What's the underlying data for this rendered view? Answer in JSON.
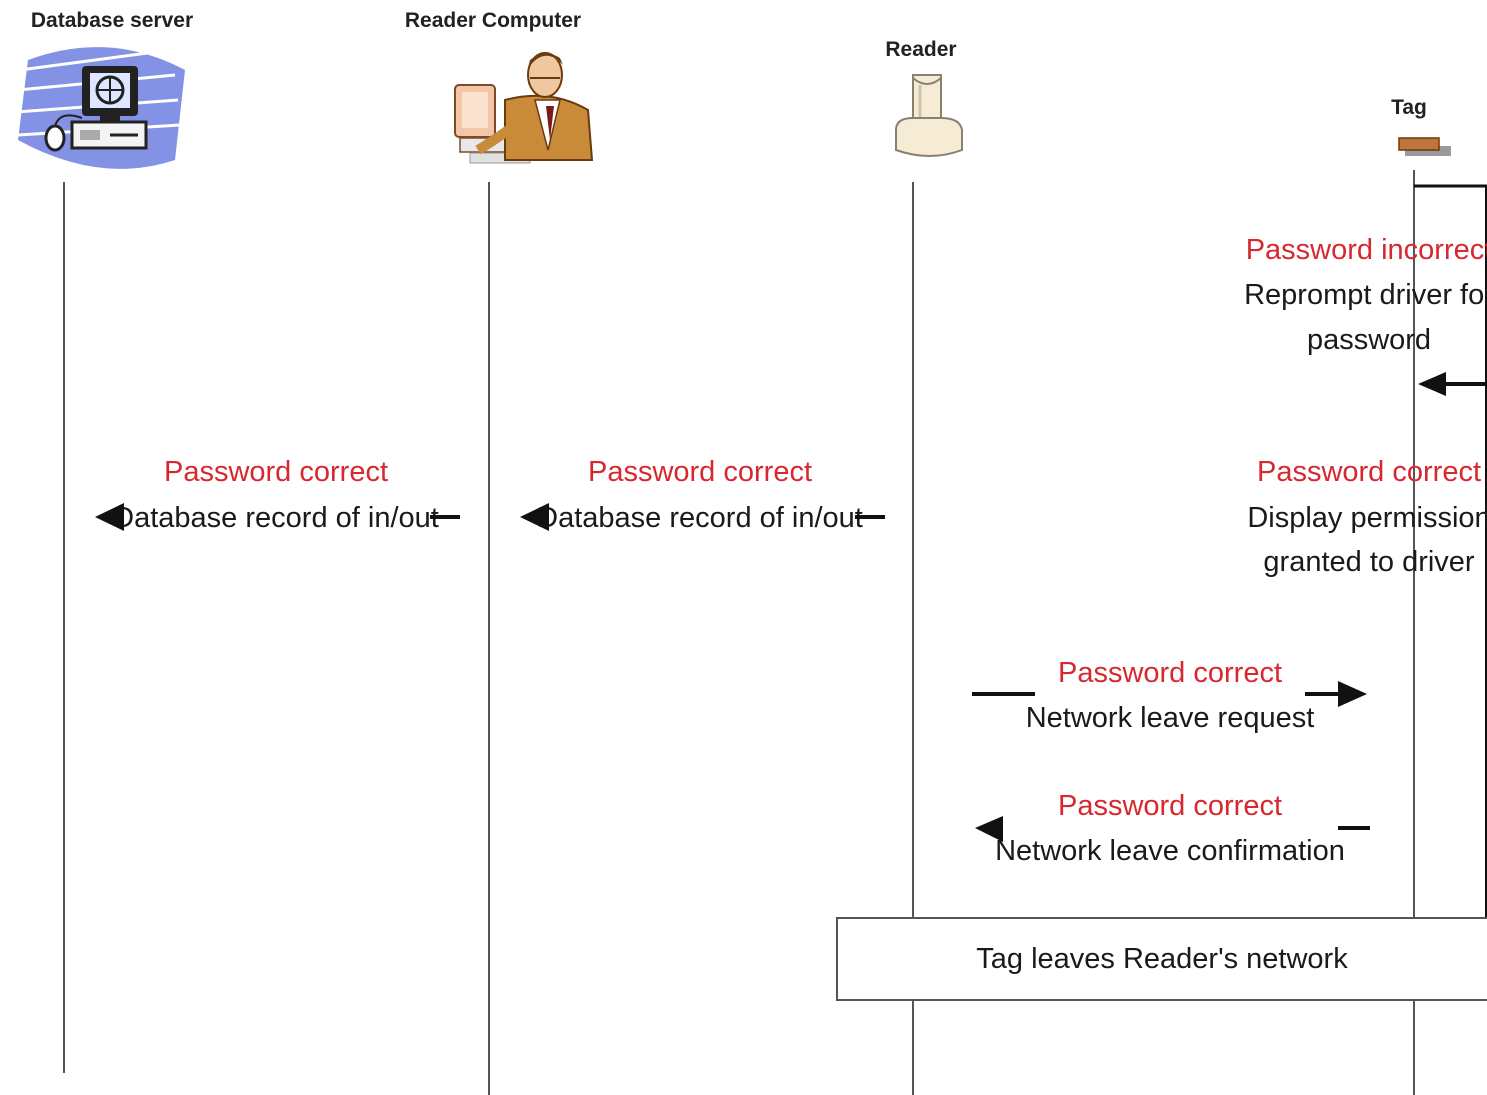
{
  "actors": [
    {
      "label": "Database server",
      "icon": "computer-icon"
    },
    {
      "label": "Reader Computer",
      "icon": "person-at-computer-icon"
    },
    {
      "label": "Reader",
      "icon": "reader-device-icon"
    },
    {
      "label": "Tag",
      "icon": "tag-icon"
    }
  ],
  "messages": {
    "tag_incorrect": {
      "status": "Password incorrect",
      "line1": "Reprompt driver for",
      "line2": "password"
    },
    "tag_correct": {
      "status": "Password correct",
      "line1": "Display permission",
      "line2": "granted to driver"
    },
    "db_record": {
      "status": "Password correct",
      "text": "Database record of in/out"
    },
    "computer_record": {
      "status": "Password correct",
      "text": "Database record of in/out"
    },
    "leave_request": {
      "status": "Password correct",
      "text": "Network leave request"
    },
    "leave_confirm": {
      "status": "Password correct",
      "text": "Network leave confirmation"
    }
  },
  "event_box": {
    "text": "Tag leaves Reader's network"
  },
  "colors": {
    "status_red": "#d8282f",
    "text_black": "#1a1a1a",
    "lifeline": "#555555"
  }
}
